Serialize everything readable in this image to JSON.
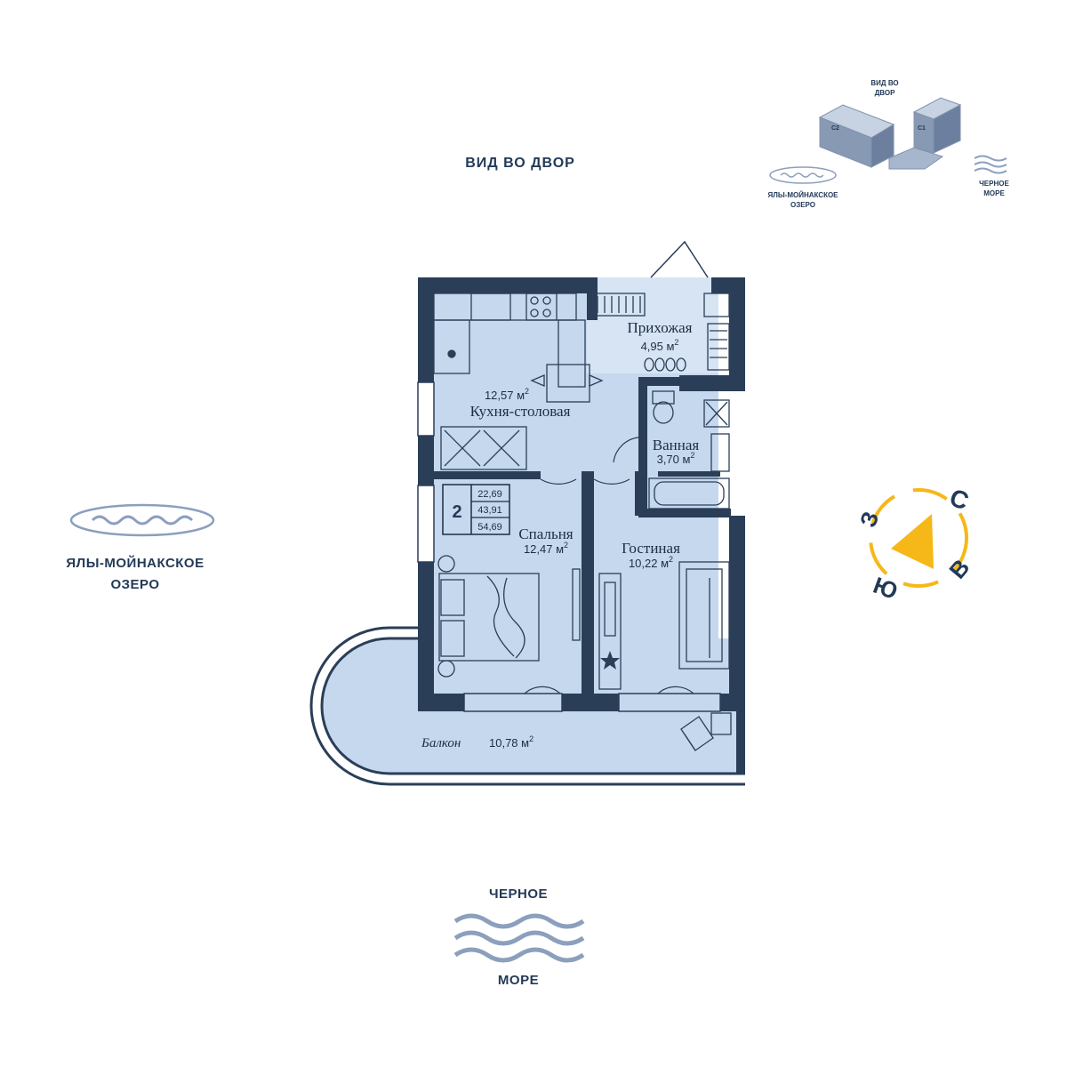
{
  "views": {
    "top": "ВИД ВО ДВОР",
    "left_line1": "ЯЛЫ-МОЙНАКСКОЕ",
    "left_line2": "ОЗЕРО",
    "bottom_line1": "ЧЕРНОЕ",
    "bottom_line2": "МОРЕ"
  },
  "minimap": {
    "top_line1": "ВИД ВО",
    "top_line2": "ДВОР",
    "building_c2": "С2",
    "building_c1": "С1",
    "lake_line1": "ЯЛЫ-МОЙНАКСКОЕ",
    "lake_line2": "ОЗЕРО",
    "sea_line1": "ЧЕРНОЕ",
    "sea_line2": "МОРЕ"
  },
  "compass": {
    "north": "С",
    "east": "В",
    "south": "Ю",
    "west": "З"
  },
  "rooms": [
    {
      "id": "hallway",
      "name": "Прихожая",
      "area": "4,95 м",
      "sup": "2"
    },
    {
      "id": "kitchen",
      "name": "Кухня-столовая",
      "area": "12,57 м",
      "sup": "2"
    },
    {
      "id": "bathroom",
      "name": "Ванная",
      "area": "3,70 м",
      "sup": "2"
    },
    {
      "id": "bedroom",
      "name": "Спальня",
      "area": "12,47 м",
      "sup": "2"
    },
    {
      "id": "living",
      "name": "Гостиная",
      "area": "10,22 м",
      "sup": "2"
    },
    {
      "id": "balcony",
      "name": "Балкон",
      "area": "10,78 м",
      "sup": "2"
    }
  ],
  "summary": {
    "rooms_count": "2",
    "area_living": "22,69",
    "area_total": "43,91",
    "area_full": "54,69"
  },
  "colors": {
    "wall": "#2b3e58",
    "floor": "#c6d8ee",
    "label": "#233a57",
    "wave": "#8c9fbd",
    "compass": "#f6b818"
  }
}
